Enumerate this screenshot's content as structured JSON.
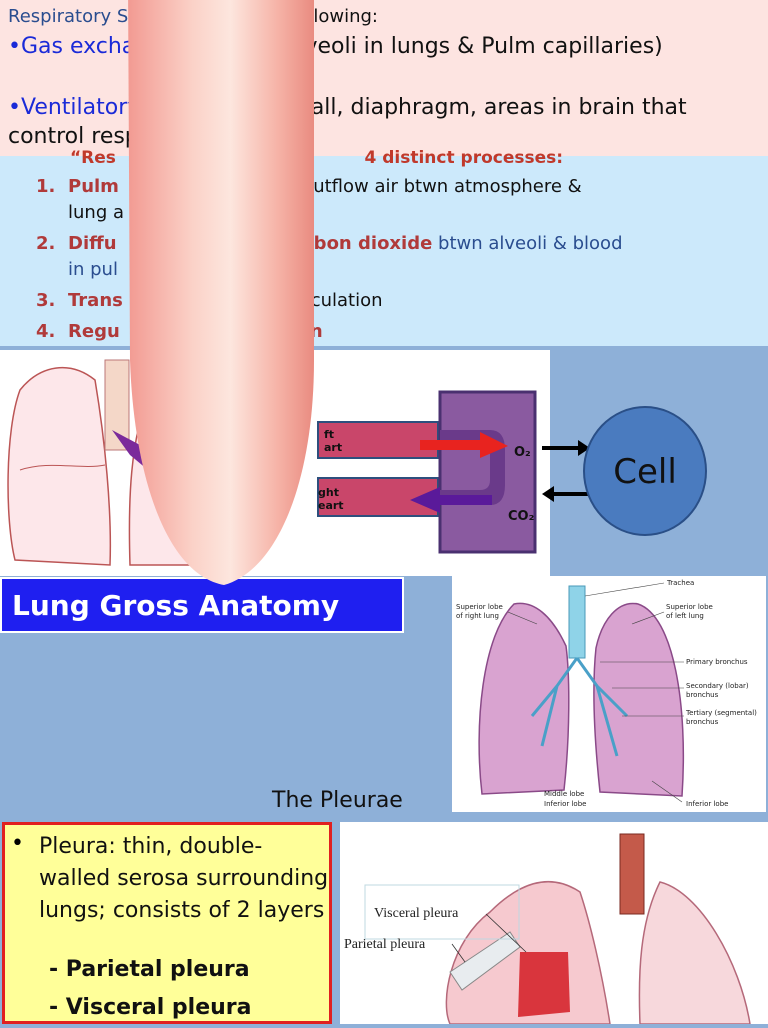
{
  "intro": {
    "line1_a": "Respiratory System",
    "line1_b": " consists of following:",
    "p1_bullet": "•",
    "p1_term": "Gas exchanging organ",
    "p1_rest": " (Alveoli in lungs & Pulm capillaries)",
    "p2_bullet": "•",
    "p2_term": "Ventilatory pump",
    "p2_rest": " (chest wall, diaphragm, areas in brain that control respiration)"
  },
  "processes": {
    "header": "“Res                                          4 distinct processes:",
    "items": [
      {
        "num": "1.",
        "a": "Pulm",
        "b": "                         w & outflow air btwn atmosphere &",
        "c": "lung a"
      },
      {
        "num": "2.",
        "a": "Diffu",
        "b": "                          Carbon dioxide",
        "b2": " btwn alveoli & blood",
        "c": "in pul"
      },
      {
        "num": "3.",
        "a": "Trans",
        "b": "                             circulation"
      },
      {
        "num": "4.",
        "a": "Regu",
        "b": "                          tion"
      }
    ]
  },
  "diagram": {
    "left_heart": "ft\nart",
    "right_heart": "ght\neart",
    "o2": "O₂",
    "co2": "CO₂",
    "cell": "Cell"
  },
  "lung_anatomy": {
    "title": "Lung Gross Anatomy",
    "labels": {
      "trachea": "Trachea",
      "sup_right": "Superior lobe\nof right lung",
      "sup_left": "Superior lobe\nof left lung",
      "primary": "Primary bronchus",
      "secondary": "Secondary (lobar)\nbronchus",
      "tertiary": "Tertiary (segmental)\nbronchus",
      "middle": "Middle lobe",
      "inferior_r": "Inferior lobe",
      "inferior_l": "Inferior lobe"
    }
  },
  "pleurae": {
    "title": "The Pleurae",
    "bullet": "•",
    "text": "Pleura: thin, double-walled serosa surrounding lungs; consists of 2 layers",
    "sub1": "- Parietal pleura",
    "sub2": "- Visceral pleura",
    "fig_visceral": "Visceral pleura",
    "fig_parietal": "Parietal pleura"
  },
  "colors": {
    "pink_bg": "#fde4e1",
    "light_blue_bg": "#cce9fb",
    "slide_bg": "#8eb0d8",
    "title_blue": "#1f1ff0",
    "cell_blue": "#4a7bbf",
    "pleura_yellow": "#ffff99",
    "pleura_border": "#e02020"
  }
}
